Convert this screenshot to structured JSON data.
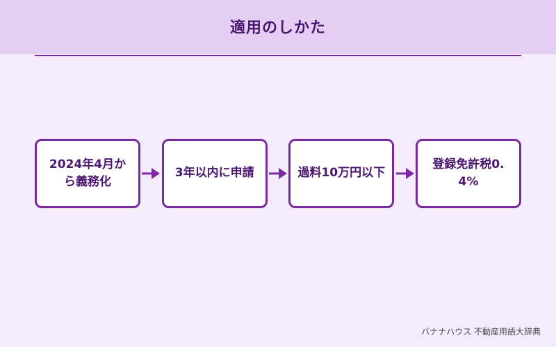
{
  "title": "適用のしかた",
  "steps": [
    {
      "label": "2024年4月から義務化"
    },
    {
      "label": "3年以内に申請"
    },
    {
      "label": "過料10万円以下"
    },
    {
      "label": "登録免許税0.4%"
    }
  ],
  "footer": "バナナハウス 不動産用語大辞典",
  "colors": {
    "background": "#f4ecfd",
    "header": "#e4cff2",
    "accent": "#7b2a9e",
    "text": "#4b1670"
  },
  "icons": {
    "connector": "arrow-right-icon"
  }
}
